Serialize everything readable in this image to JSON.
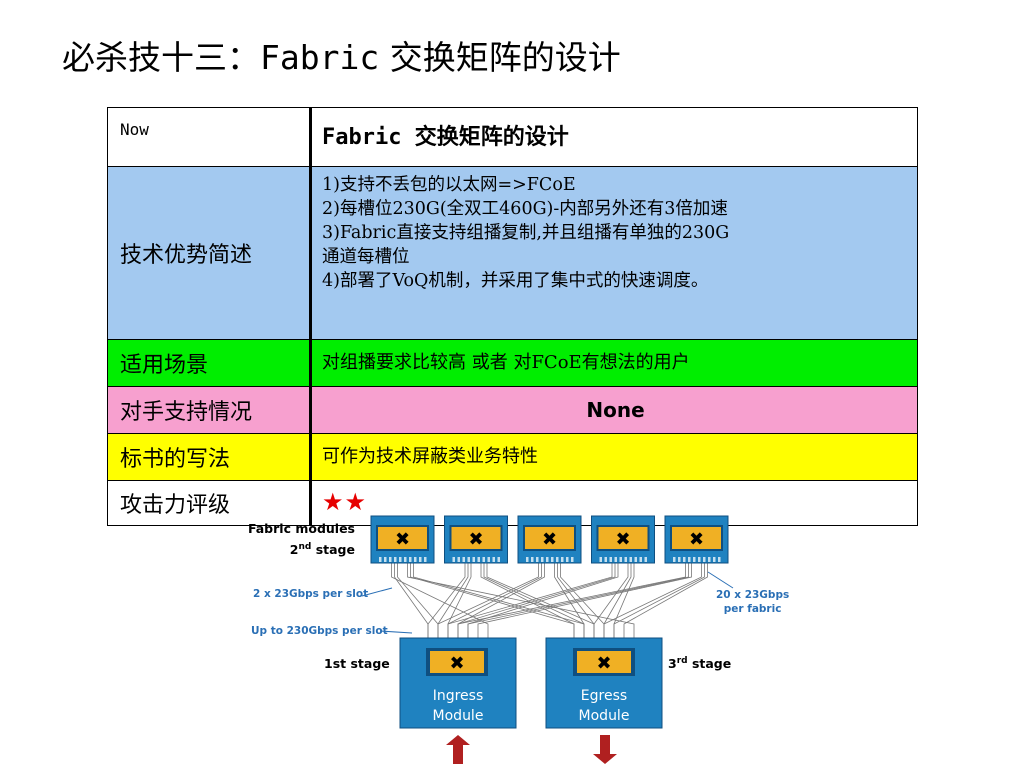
{
  "title": {
    "prefix": "必杀技十三：",
    "mono": "Fabric",
    "suffix": " 交换矩阵的设计"
  },
  "table": {
    "rows": [
      {
        "label": "Now",
        "value": "Fabric 交换矩阵的设计"
      },
      {
        "label": "技术优势简述",
        "lines": [
          "1)支持不丢包的以太网=>FCoE",
          "2)每槽位230G(全双工460G)-内部另外还有3倍加速",
          "3)Fabric直接支持组播复制,并且组播有单独的230G",
          "通道每槽位",
          "4)部署了VoQ机制，并采用了集中式的快速调度。"
        ]
      },
      {
        "label": "适用场景",
        "value": "对组播要求比较高 或者 对FCoE有想法的用户"
      },
      {
        "label": "对手支持情况",
        "value": "None"
      },
      {
        "label": "标书的写法",
        "value": "可作为技术屏蔽类业务特性"
      },
      {
        "label": "攻击力评级",
        "value": "★★"
      }
    ],
    "colors": {
      "advantage": "#a3c9f0",
      "scenario": "#00ee00",
      "competitor": "#f7a0cf",
      "bid": "#ffff00",
      "stars": "#e60000"
    }
  },
  "diagram": {
    "fabric_label_line1": "Fabric modules",
    "fabric_label_stage_num": "2",
    "fabric_label_stage_sup": "nd",
    "fabric_label_stage_word": " stage",
    "per_slot": "2 x 23Gbps per slot",
    "up_to": "Up to 230Gbps per slot",
    "per_fabric_1": "20 x 23Gbps",
    "per_fabric_2": "per fabric",
    "first_stage": "1st stage",
    "third_num": "3",
    "third_sup": "rd",
    "third_word": " stage",
    "ingress_1": "Ingress",
    "ingress_2": "Module",
    "egress_1": "Egress",
    "egress_2": "Module",
    "fabric_count": 5,
    "colors": {
      "module": "#1f82c0",
      "chip": "#f0b024",
      "arrow": "#b02020",
      "label_blue": "#2a6fb5"
    }
  }
}
